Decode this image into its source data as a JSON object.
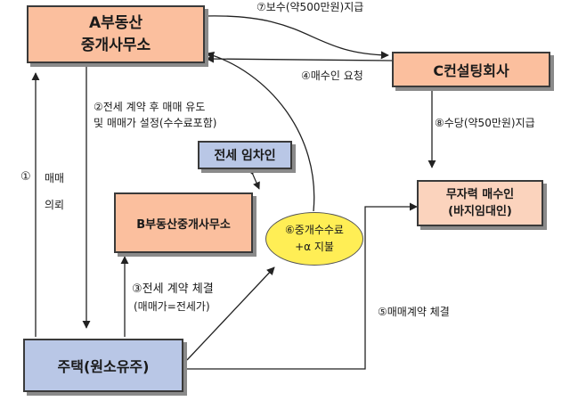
{
  "nodes": {
    "a_office": {
      "line1": "A부동산",
      "line2": "중개사무소",
      "fill": "#fbbf9e"
    },
    "c_consulting": {
      "label": "C컨설팅회사",
      "fill": "#fbbf9e"
    },
    "tenant": {
      "label": "전세 임차인",
      "fill": "#b9c7e6"
    },
    "b_office": {
      "label": "B부동산중개사무소",
      "fill": "#fbbf9e"
    },
    "fee": {
      "line1": "⑥중개수수료",
      "line2": "+α 지불",
      "fill": "#ffee55"
    },
    "buyer": {
      "line1": "무자력 매수인",
      "line2": "(바지임대인)",
      "fill": "#fbd3bd"
    },
    "house": {
      "label": "주택(원소유주)",
      "fill": "#b9c7e6"
    }
  },
  "steps": {
    "s1_num": "①",
    "s1_a": "매매",
    "s1_b": "의뢰",
    "s2_a": "②전세 계약 후 매매 유도",
    "s2_b": "및 매매가 설정(수수료포함)",
    "s3_a": "③전세 계약 체결",
    "s3_b": "(매매가=전세가)",
    "s4": "④매수인 요청",
    "s5": "⑤매매계약 체결",
    "s7": "⑦보수(약500만원)지급",
    "s8": "⑧수당(약50만원)지급"
  }
}
